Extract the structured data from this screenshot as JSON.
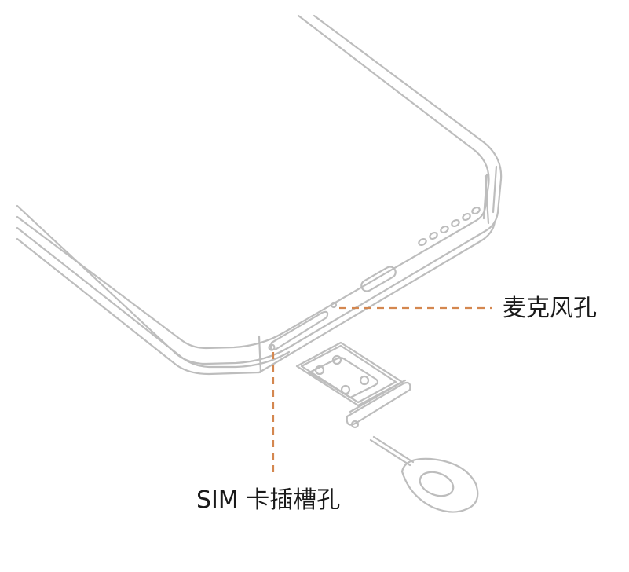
{
  "callouts": {
    "microphone": "麦克风孔",
    "sim_slot": "SIM 卡插槽孔"
  },
  "colors": {
    "outline": "#bdbdbd",
    "callout_line": "#d4874f",
    "text": "#1a1a1a"
  },
  "icons": [
    "phone-outline",
    "sim-tray",
    "eject-pin"
  ]
}
